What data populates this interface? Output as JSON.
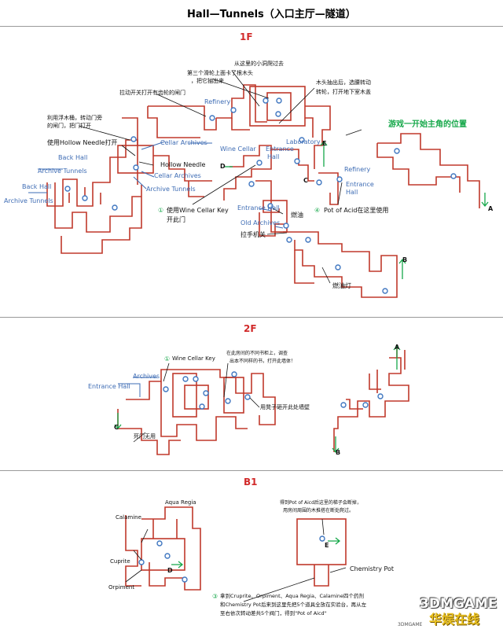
{
  "title": "Hall—Tunnels（入口主厅—隧道）",
  "floors": {
    "f1": "1F",
    "f2": "2F",
    "b1": "B1"
  },
  "f1": {
    "notes": {
      "small_hole": "从这里的小洞爬过去",
      "third_wheel_1": "第三个滑轮上面卡了根木头",
      "third_wheel_2": "，把它抽出来",
      "pull_switch": "拉动开关打开有齿轮的闸门",
      "wood_1": "木头抽出后，选腰转动",
      "wood_2": "转轮，打开地下室木盖",
      "float_1": "利用浮木桶，转动门旁",
      "float_2": "的闸门，把门打开",
      "use_needle": "使用Hollow Needle打开",
      "hollow_needle": "Hollow Needle",
      "start_pos": "游戏一开始主角的位置",
      "use_key_1": "使用Wine  Cellar Key",
      "use_key_2": "开此门",
      "pot_acid": "Pot of Acid在这里使用",
      "fuel": "燃油",
      "pull_switch2": "拉手机关",
      "lamp": "燃油灯"
    },
    "areas": {
      "refinery": "Refinery",
      "cellar_archives": "Cellar Archives",
      "wine_cellar": "Wine Cellar",
      "entrance_hall": "Entrance",
      "hall": "Hall",
      "laboratory": "Laboratory",
      "back_hall_1": "Back Hall",
      "archive_tunnels_1": "Archive Tunnels",
      "back_hall_2": "Back Hall",
      "archive_tunnels_2": "Archive Tunnels",
      "cellar_archives_2": "Cellar Archives",
      "archive_tunnels_3": "Archive Tunnels",
      "refinery_right": "Refinery",
      "entrance_right_1": "Entrance",
      "entrance_right_2": "Hall",
      "entrance_hall_bottom": "Entrance Hall",
      "old_archives": "Old Archives"
    },
    "markers": {
      "d": "D",
      "e": "E",
      "c": "C",
      "a": "A",
      "b": "B",
      "circle1": "①",
      "circle4": "④"
    }
  },
  "f2": {
    "wine_cellar_key": "Wine Cellar Key",
    "circle1": "①",
    "bookshelf_1": "在此房间的不同书柜上，调查",
    "bookshelf_2": "出本不同样的书，打开此墙体！",
    "chair": "用凳子砸开此处墙壁",
    "archives": "Archives",
    "entrance_hall": "Entrance Hall",
    "dead_door": "死门无用",
    "c": "C",
    "a": "A",
    "b": "B"
  },
  "b1": {
    "aqua_regia": "Aqua Regia",
    "calamine": "Calamine",
    "cuprite": "Cuprite",
    "orpiment": "Orpiment",
    "d": "D",
    "e": "E",
    "acid_note_1": "得到Pot of Aicd后这里的梯子会断掉，",
    "acid_note_2": "用房间周围的木推搭在断处爬过。",
    "chemistry_pot": "Chemistry Pot",
    "circle3": "③",
    "bottom_1": "拿到Cruprite、Orpiment、Aqua Regia、Calamine四个药剂",
    "bottom_2": "和Chemistry Pot后来到这里先把5个道具全放在实验台，再从左",
    "bottom_3": "至右依次转动差共5个阀门，得到\"Pot of Aicd\""
  },
  "watermark": {
    "main": "3DMGAME",
    "sub": "华娱在线",
    "tiny": "3DMGAME"
  },
  "colors": {
    "wall": "#c0392b",
    "area_label": "#3e6cb4",
    "floor_label": "#d12a2a",
    "start_label": "#16a84a",
    "node": "#3f76c0"
  }
}
